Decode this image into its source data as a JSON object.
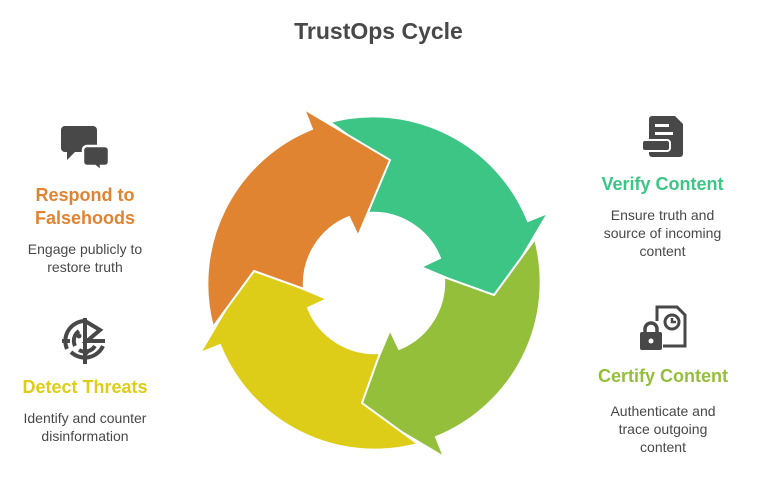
{
  "title": "TrustOps Cycle",
  "colors": {
    "respond": "#E08432",
    "verify": "#3CC585",
    "certify": "#93BF3B",
    "detect": "#DECD18",
    "icon": "#484848",
    "text": "#484848"
  },
  "steps": [
    {
      "id": "verify",
      "icon": "document-icon",
      "heading": "Verify Content",
      "description_lines": [
        "Ensure truth and",
        "source of incoming",
        "content"
      ]
    },
    {
      "id": "certify",
      "icon": "lock-clock-file-icon",
      "heading": "Certify Content",
      "description_lines": [
        "Authenticate and",
        "trace outgoing",
        "content"
      ]
    },
    {
      "id": "detect",
      "icon": "radar-icon",
      "heading": "Detect Threats",
      "description_lines": [
        "Identify and counter",
        "disinformation"
      ]
    },
    {
      "id": "respond",
      "icon": "chat-bubbles-icon",
      "heading_lines": [
        "Respond to",
        "Falsehoods"
      ],
      "heading": "Respond to Falsehoods",
      "description_lines": [
        "Engage publicly to",
        "restore truth"
      ]
    }
  ]
}
